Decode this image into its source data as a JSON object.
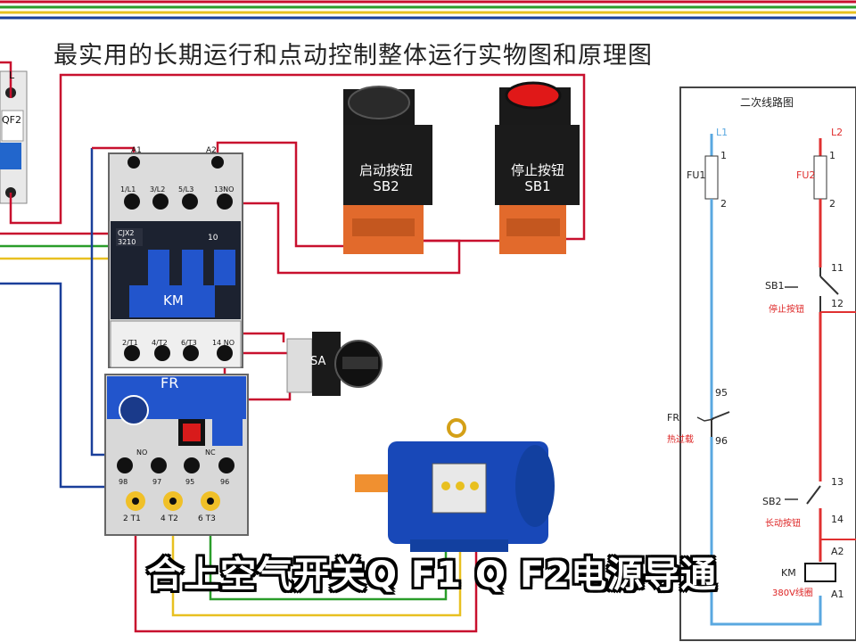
{
  "title": "最实用的长期运行和点动控制整体运行实物图和原理图",
  "subtitle": "合上空气开关Q F1 Q F2电源导通",
  "breaker": {
    "top_label": "L",
    "name": "QF2"
  },
  "contactor": {
    "label": "KM",
    "coil_left": "A1",
    "coil_right": "A2",
    "top_terminals": [
      "1/L1",
      "3/L2",
      "5/L3",
      "13NO"
    ],
    "side_marks": [
      "CJX2",
      "3210"
    ],
    "rating": "10",
    "bottom_terminals": [
      "2/T1",
      "4/T2",
      "6/T3",
      "14 NO"
    ]
  },
  "overload": {
    "label": "FR",
    "aux_terminals": [
      "98",
      "97",
      "95",
      "96"
    ],
    "aux_marks": [
      "NO",
      "NC"
    ],
    "out_terminals": [
      "2 T1",
      "4 T2",
      "6 T3"
    ]
  },
  "start_button": {
    "name": "启动按钮",
    "code": "SB2"
  },
  "stop_button": {
    "name": "停止按钮",
    "code": "SB1"
  },
  "selector": {
    "code": "SA"
  },
  "schematic": {
    "title": "二次线路图",
    "l1": "L1",
    "l2": "L2",
    "fu1": "FU1",
    "fu2": "FU2",
    "fuse_pins": [
      "1",
      "2",
      "1",
      "2"
    ],
    "sb1_code": "SB1",
    "sb1_name": "停止按钮",
    "sb1_pins": [
      "11",
      "12"
    ],
    "fr_code": "FR",
    "fr_name": "热过载",
    "fr_pins": [
      "95",
      "96"
    ],
    "sb2_code": "SB2",
    "sb2_name": "长动按钮",
    "sb2_pins": [
      "13",
      "14"
    ],
    "km_code": "KM",
    "km_name": "380V线圈",
    "coil_pins": [
      "A2",
      "A1"
    ]
  },
  "colors": {
    "wire_red": "#c8102e",
    "wire_yellow": "#e8c020",
    "wire_green": "#2a9d2a",
    "wire_blue": "#1a3f9a",
    "schematic_blue": "#5aa8e0",
    "schematic_red": "#e03030",
    "motor_blue": "#1848b8"
  }
}
